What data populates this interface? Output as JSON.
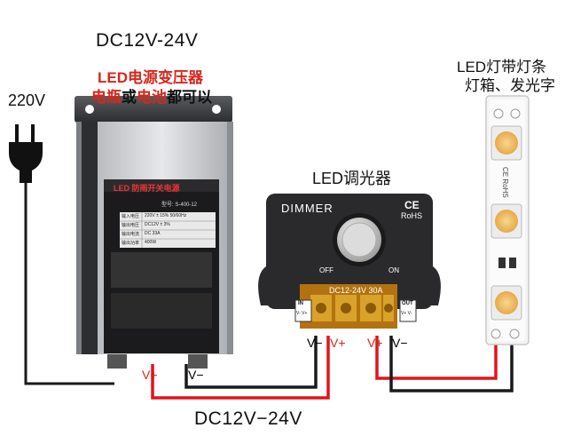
{
  "power_supply": {
    "voltage_heading": "DC12V-24V",
    "desc_prefix": "LED",
    "desc_line1_rest": "电源变压器",
    "desc_line2_a": "电瓶",
    "desc_line2_b": "或",
    "desc_line2_c": "电池",
    "desc_line2_d": "都可以",
    "brand_label": "LED 防雨开关电源",
    "model": "型号: S-400-12",
    "spec_rows": [
      {
        "key": "输入电压",
        "value": "220V ± 15% 50/60Hz"
      },
      {
        "key": "输出电压",
        "value": "DC12V ± 3%"
      },
      {
        "key": "输出电流",
        "value": "DC 33A"
      },
      {
        "key": "输出功率",
        "value": "400W"
      }
    ],
    "terminal_pos": "V+",
    "terminal_neg": "V−"
  },
  "mains": {
    "label": "220V"
  },
  "dimmer": {
    "title": "LED调光器",
    "brand": "DIMMER",
    "ce": "CE",
    "rohs": "RoHS",
    "off_label": "OFF",
    "on_label": "ON",
    "rating": "DC12-24V  30A",
    "in_label": "IN",
    "in_sub": "V- V+",
    "out_label": "OUT",
    "out_sub": "V+ V-",
    "term_in_neg": "V−",
    "term_in_pos": "V+",
    "term_out_pos": "V+",
    "term_out_neg": "V−"
  },
  "strip": {
    "title_line1": "LED灯带灯条",
    "title_line2": "灯箱、发光字",
    "cert": "CE RoHS"
  },
  "bottom_label": "DC12V−24V",
  "colors": {
    "wire_red": "#e0141c",
    "wire_black": "#1a1a1a",
    "text_red": "#d8261d",
    "dimmer_body": "#2a2a2c",
    "terminal_gold": "#c98a1c",
    "led_yellow": "#f2c36b"
  }
}
